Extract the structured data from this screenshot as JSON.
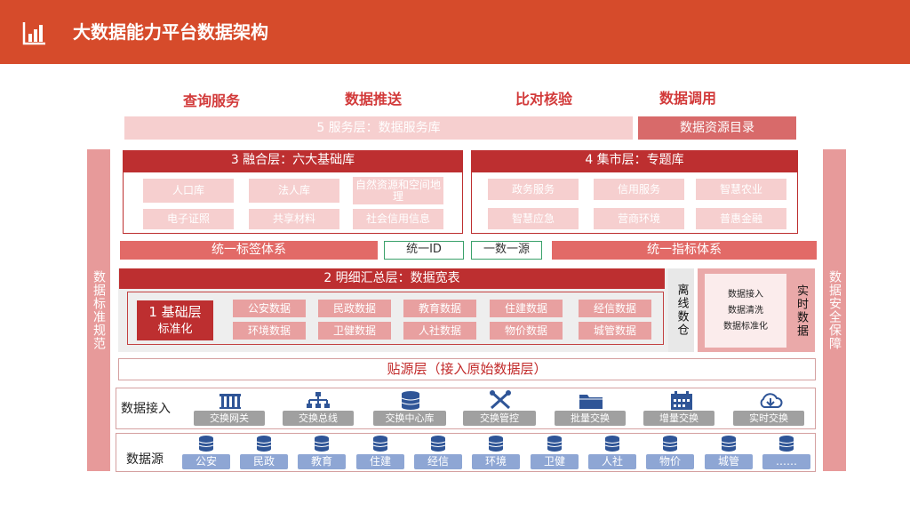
{
  "header": {
    "title": "大数据能力平台数据架构"
  },
  "services": {
    "labels": [
      "查询服务",
      "数据推送",
      "比对核验",
      "数据调用"
    ],
    "layer5": "5 服务层：数据服务库",
    "directory": "数据资源目录"
  },
  "sides": {
    "left": "数据标准规范",
    "right": "数据安全保障"
  },
  "layer3": {
    "title": "3 融合层：六大基础库",
    "items": [
      "人口库",
      "法人库",
      "自然资源和空间地理",
      "电子证照",
      "共享材料",
      "社会信用信息"
    ]
  },
  "layer4": {
    "title": "4 集市层：专题库",
    "items": [
      "政务服务",
      "信用服务",
      "智慧农业",
      "智慧应急",
      "营商环境",
      "普惠金融"
    ]
  },
  "unify": [
    "统一标签体系",
    "统一ID",
    "一数一源",
    "统一指标体系"
  ],
  "layer2": {
    "title": "2 明细汇总层：数据宽表"
  },
  "layer1": {
    "title": "1 基础层",
    "subtitle": "标准化",
    "items": [
      "公安数据",
      "民政数据",
      "教育数据",
      "住建数据",
      "经信数据",
      "环境数据",
      "卫健数据",
      "人社数据",
      "物价数据",
      "城管数据"
    ]
  },
  "offline": "离线数仓",
  "realtime": {
    "label": "实时数据",
    "items": [
      "数据接入",
      "数据清洗",
      "数据标准化"
    ]
  },
  "paste": "贴源层（接入原始数据层）",
  "access": {
    "label": "数据接入",
    "items": [
      {
        "name": "交换网关",
        "icon": "gateway-icon"
      },
      {
        "name": "交换总线",
        "icon": "bus-icon"
      },
      {
        "name": "交换中心库",
        "icon": "database-icon"
      },
      {
        "name": "交换管控",
        "icon": "tools-icon"
      },
      {
        "name": "批量交换",
        "icon": "folder-icon"
      },
      {
        "name": "增量交换",
        "icon": "calendar-icon"
      },
      {
        "name": "实时交换",
        "icon": "cloud-download-icon"
      }
    ]
  },
  "source": {
    "label": "数据源",
    "items": [
      "公安",
      "民政",
      "教育",
      "住建",
      "经信",
      "环境",
      "卫健",
      "人社",
      "物价",
      "城管",
      "……"
    ]
  },
  "colors": {
    "header": "#d64b2b",
    "dark": "#bd2f30",
    "light": "#f6cfcf",
    "icon": "#2f5597"
  }
}
